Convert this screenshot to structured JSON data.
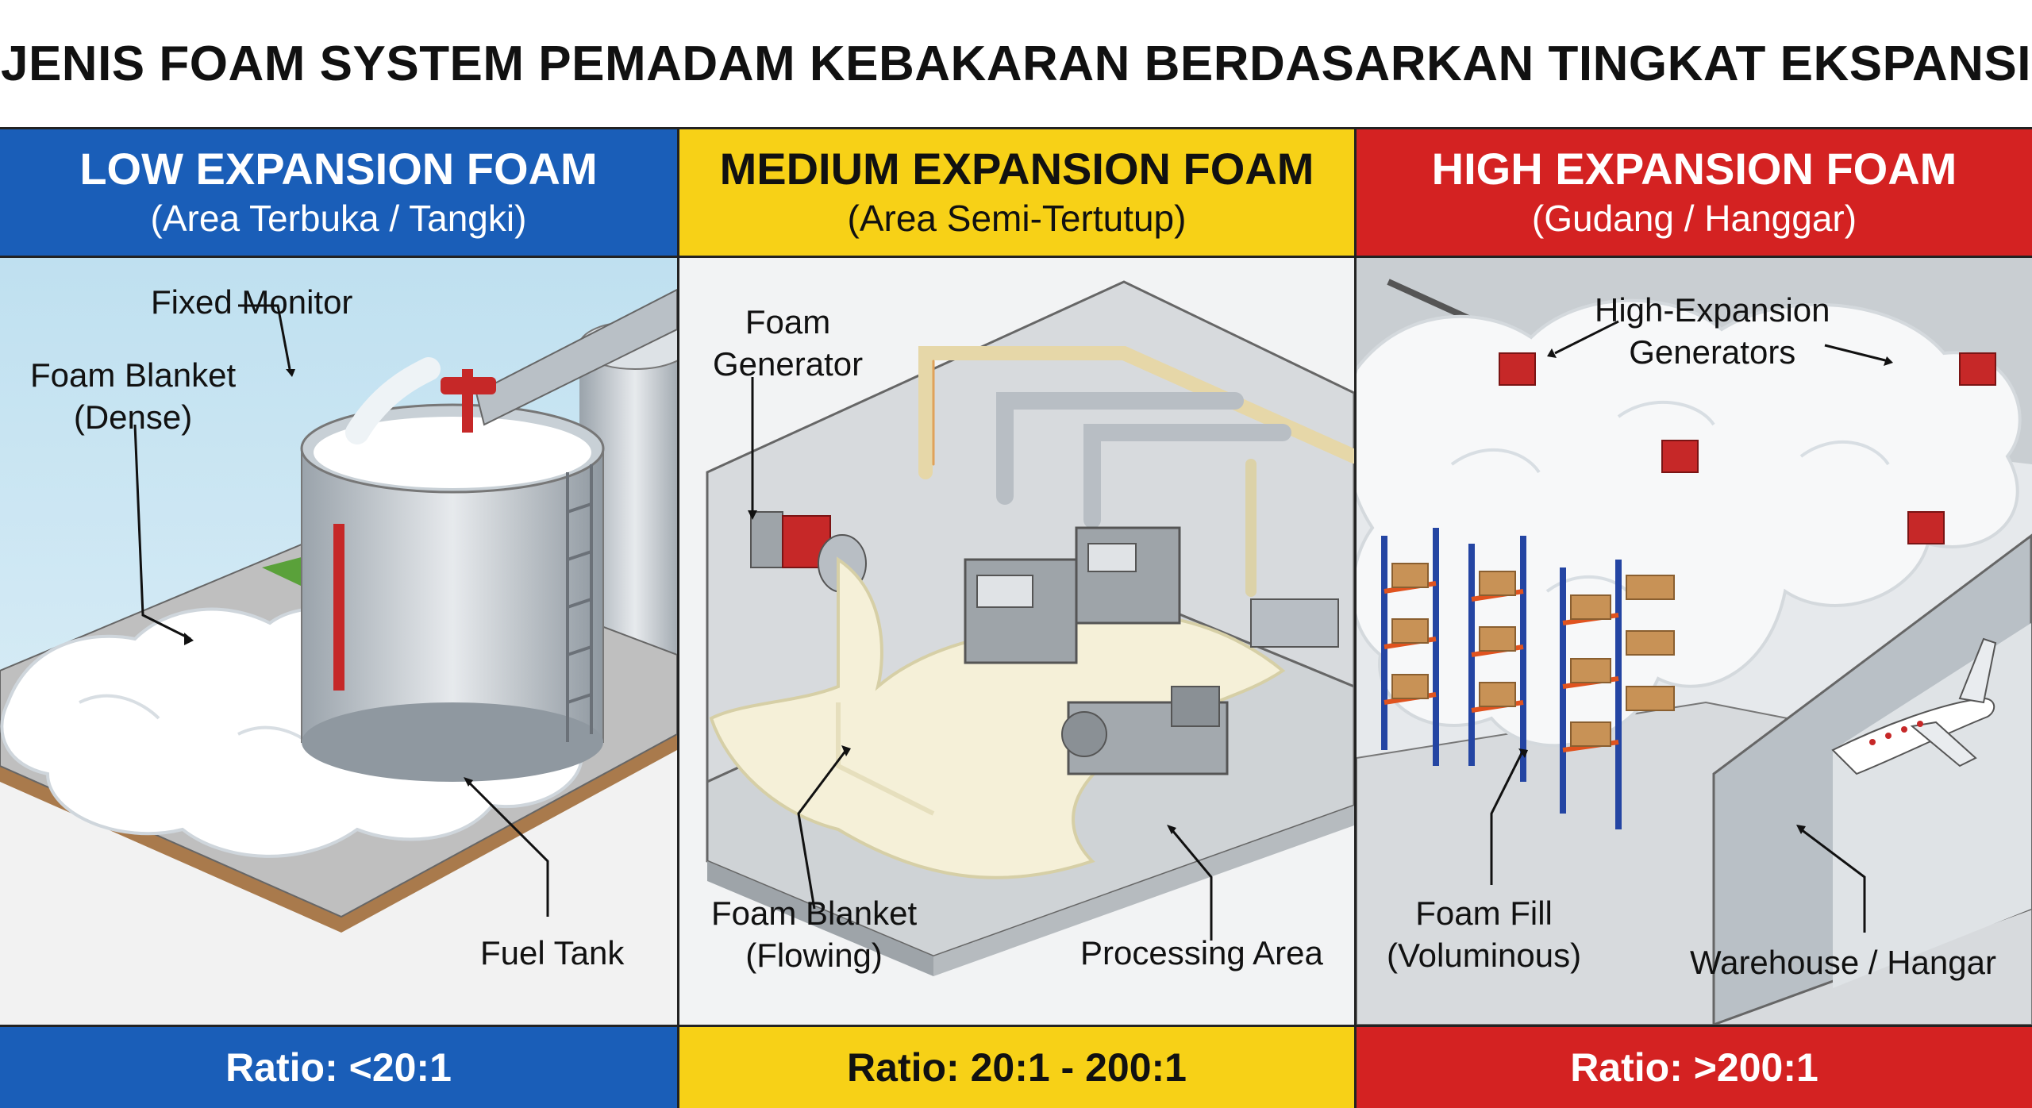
{
  "title": "JENIS FOAM SYSTEM PEMADAM KEBAKARAN BERDASARKAN TINGKAT EKSPANSI",
  "colors": {
    "blue": "#1a5eb8",
    "yellow": "#f7d117",
    "red": "#d42222"
  },
  "panels": [
    {
      "heading": "LOW EXPANSION FOAM",
      "subheading": "(Area Terbuka / Tangki)",
      "ratio": "Ratio: <20:1",
      "labels": {
        "fixed_monitor": "Fixed Monitor",
        "foam_blanket_1": "Foam Blanket",
        "foam_blanket_2": "(Dense)",
        "fuel_tank": "Fuel Tank"
      }
    },
    {
      "heading": "MEDIUM EXPANSION FOAM",
      "subheading": "(Area Semi-Tertutup)",
      "ratio": "Ratio: 20:1 - 200:1",
      "labels": {
        "foam_generator_1": "Foam",
        "foam_generator_2": "Generator",
        "foam_blanket_1": "Foam Blanket",
        "foam_blanket_2": "(Flowing)",
        "processing_area": "Processing Area"
      }
    },
    {
      "heading": "HIGH EXPANSION FOAM",
      "subheading": "(Gudang / Hanggar)",
      "ratio": "Ratio: >200:1",
      "labels": {
        "generators_1": "High-Expansion",
        "generators_2": "Generators",
        "foam_fill_1": "Foam Fill",
        "foam_fill_2": "(Voluminous)",
        "warehouse": "Warehouse / Hangar"
      }
    }
  ]
}
